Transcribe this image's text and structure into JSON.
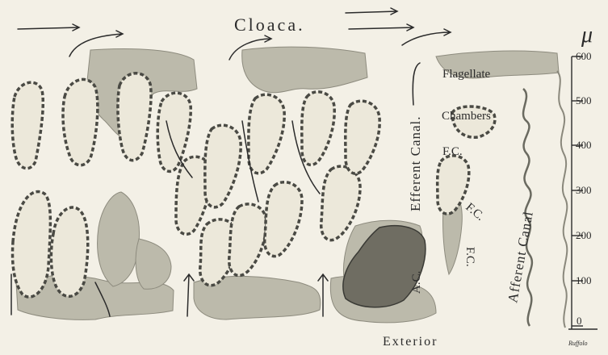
{
  "labels": {
    "cloaca": "Cloaca.",
    "efferent_canal": "Efferent Canal.",
    "flagellate": "Flagellate",
    "chambers": "Chambers",
    "fc_upper": "F.C.",
    "fc_lower": "F.C.",
    "fc_rotated": "F.C.",
    "afferent_canal": "Afferent Canal",
    "ac": "A.C.",
    "exterior": "Exterior",
    "signature": "Ruffolo"
  },
  "scale_bar": {
    "unit": "μ",
    "ticks": [
      "600",
      "500",
      "400",
      "300",
      "200",
      "100",
      "0"
    ]
  },
  "colors": {
    "ink": "#2b2b2b",
    "tissue": "#b7b5a6",
    "tissue_light": "#d1cfc2",
    "background": "#f3f0e6",
    "chamber_lining": "#4a4a44"
  }
}
